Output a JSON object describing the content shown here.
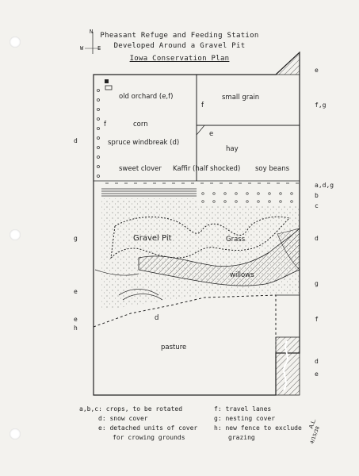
{
  "title": {
    "line1": "Pheasant Refuge and Feeding Station",
    "line2": "Developed Around a Gravel Pit",
    "plan": "Iowa Conservation Plan"
  },
  "compass": {
    "n": "N",
    "w": "W",
    "e": "E"
  },
  "map_labels": {
    "old_orchard": "old orchard (e,f)",
    "corn": "corn",
    "small_grain": "small grain",
    "hay": "hay",
    "spruce": "spruce windbreak (d)",
    "sweet_clover": "sweet clover",
    "kaffir": "Kaffir (half shocked)",
    "soy_beans": "soy beans",
    "gravel_pit": "Gravel Pit",
    "grass": "Grass",
    "willows": "willows",
    "pasture": "pasture",
    "f_orchard": "f",
    "f_grain": "f",
    "e_hay": "e",
    "d_inner": "d"
  },
  "side_letters": {
    "right_e_top": "e",
    "right_fg": "f,g",
    "right_adg": "a,d,g",
    "right_b": "b",
    "right_c": "c",
    "right_d": "d",
    "right_g": "g",
    "right_f": "f",
    "right_d2": "d",
    "right_e2": "e",
    "left_d": "d",
    "left_g": "g",
    "left_e": "e",
    "left_e2": "e",
    "left_h": "h"
  },
  "legend": {
    "abc": "a,b,c: crops, to be rotated",
    "d": "d: snow cover",
    "e1": "e: detached units of cover",
    "e2": "for crowing grounds",
    "f": "f: travel lanes",
    "g": "g: nesting cover",
    "h1": "h: new fence to exclude",
    "h2": "grazing"
  },
  "initials": {
    "line1": "A.L.",
    "line2": "4/15/38"
  }
}
